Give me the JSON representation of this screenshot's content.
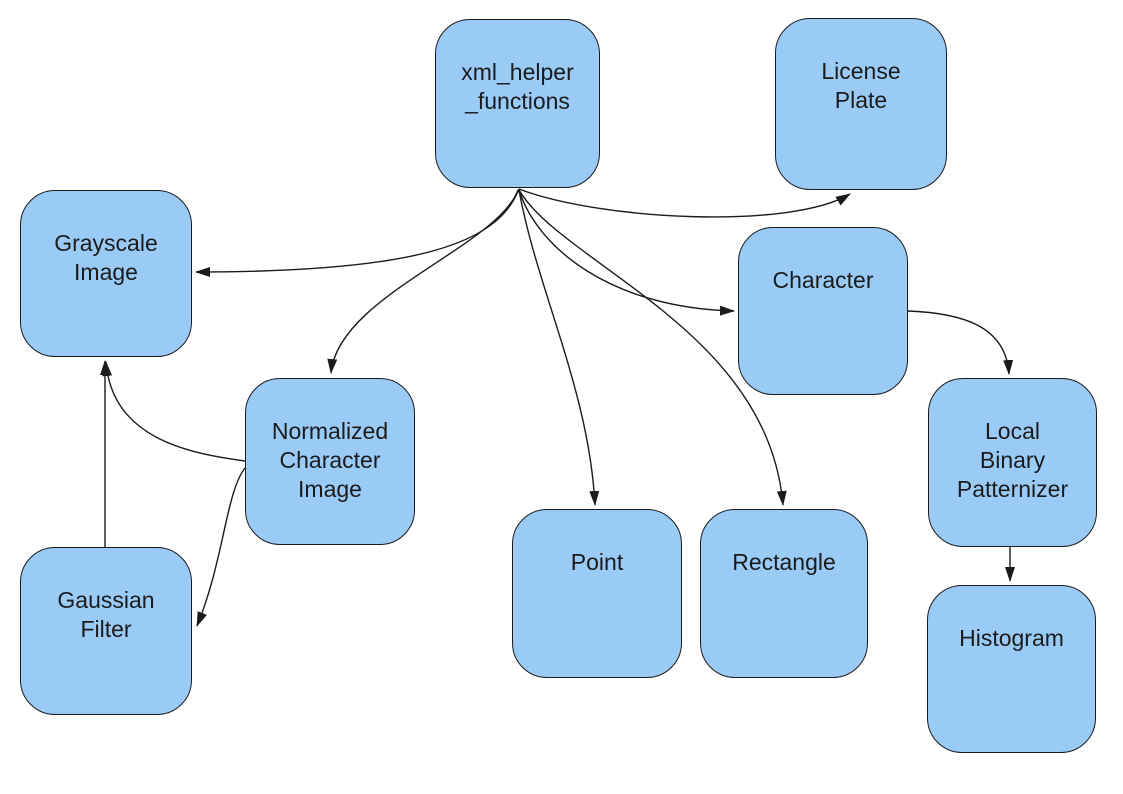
{
  "page": {
    "background_color": "#ffffff"
  },
  "diagram": {
    "type": "dependency-diagram",
    "node_fill": "#9acbf7",
    "node_border": "#1b1b1b",
    "edge_color": "#1b1b1b",
    "text_color": "#1b1b1b",
    "nodes": {
      "xml_helper_functions": {
        "label": "xml_helper\n_functions"
      },
      "license_plate": {
        "label": "License\nPlate"
      },
      "grayscale_image": {
        "label": "Grayscale\nImage"
      },
      "character": {
        "label": "Character"
      },
      "normalized_character_image": {
        "label": "Normalized\nCharacter\nImage"
      },
      "local_binary_patternizer": {
        "label": "Local\nBinary\nPatternizer"
      },
      "point": {
        "label": "Point"
      },
      "rectangle": {
        "label": "Rectangle"
      },
      "gaussian_filter": {
        "label": "Gaussian\nFilter"
      },
      "histogram": {
        "label": "Histogram"
      }
    },
    "edges": [
      {
        "from": "xml_helper_functions",
        "to": "license_plate"
      },
      {
        "from": "xml_helper_functions",
        "to": "grayscale_image"
      },
      {
        "from": "xml_helper_functions",
        "to": "normalized_character_image"
      },
      {
        "from": "xml_helper_functions",
        "to": "point"
      },
      {
        "from": "xml_helper_functions",
        "to": "rectangle"
      },
      {
        "from": "xml_helper_functions",
        "to": "character"
      },
      {
        "from": "gaussian_filter",
        "to": "grayscale_image"
      },
      {
        "from": "normalized_character_image",
        "to": "grayscale_image"
      },
      {
        "from": "normalized_character_image",
        "to": "gaussian_filter"
      },
      {
        "from": "character",
        "to": "local_binary_patternizer"
      },
      {
        "from": "local_binary_patternizer",
        "to": "histogram"
      }
    ]
  }
}
